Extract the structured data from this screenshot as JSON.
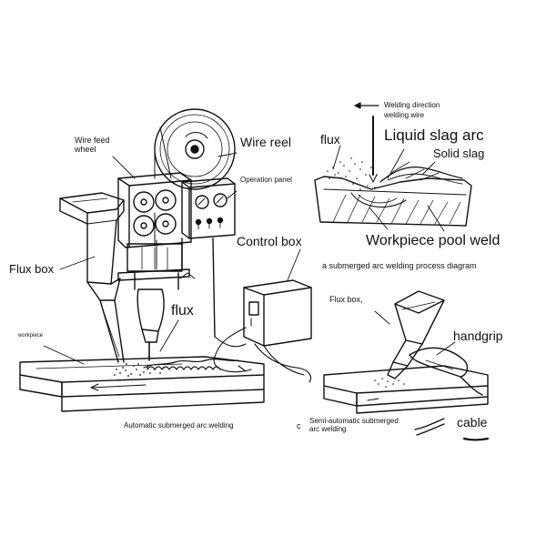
{
  "labels": {
    "wire_feed_wheel": "Wire feed\nwheel",
    "wire_reel": "Wire reel",
    "operation_panel": "Operation panel",
    "control_box": "Control box",
    "flux_box_left": "Flux box",
    "workpiece": "workpiece",
    "flux_left": "flux",
    "automatic_caption": "Automatic submerged arc welding",
    "c_mark": "c",
    "welding_direction": "Welding direction",
    "welding_wire": "welding wire",
    "flux_right": "flux",
    "liquid_slag_arc": "Liquid slag arc",
    "solid_slag": "Solid slag",
    "workpiece_pool_weld": "Workpiece pool weld",
    "process_caption": "a submerged arc welding process diagram",
    "flux_box_right": "Flux box,",
    "handgrip": "handgrip",
    "semi_auto_caption": "Semi-automatic submerged\narc welding",
    "cable": "cable"
  }
}
